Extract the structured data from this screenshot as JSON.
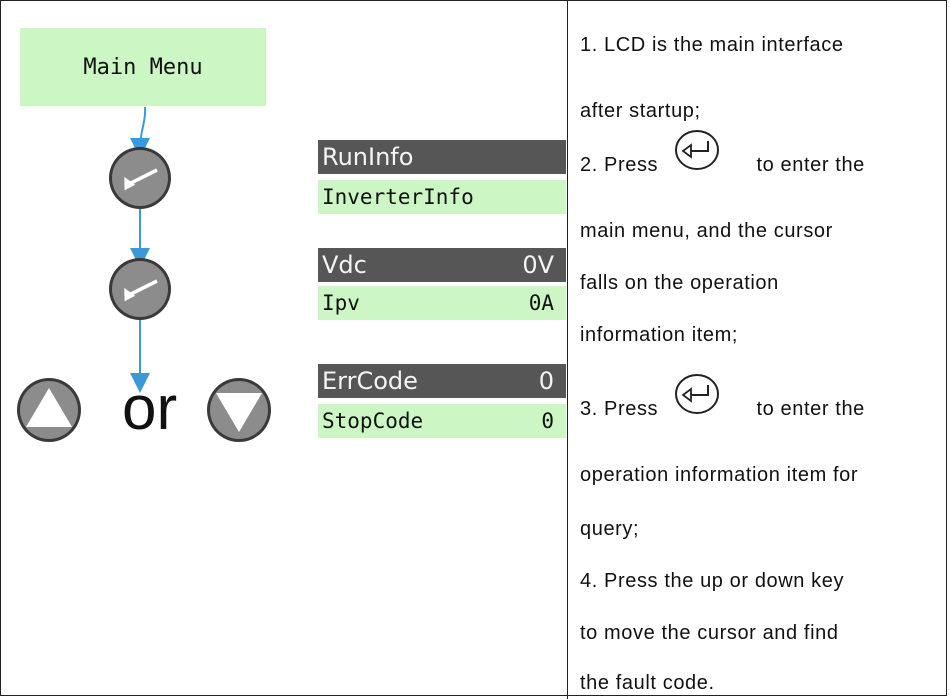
{
  "left_panel": {
    "menu_label": "Main Menu",
    "or_label": "or",
    "screens": [
      {
        "dark": {
          "left": "RunInfo",
          "right": ""
        },
        "light": {
          "left": "InverterInfo",
          "right": ""
        }
      },
      {
        "dark": {
          "left": "Vdc",
          "right": "0V"
        },
        "light": {
          "left": "Ipv",
          "right": "0A"
        }
      },
      {
        "dark": {
          "left": "ErrCode",
          "right": "0"
        },
        "light": {
          "left": "StopCode",
          "right": "0"
        }
      }
    ]
  },
  "instructions": {
    "l1": "1. LCD is the main interface",
    "l2": "after startup;",
    "l3a": "2. Press",
    "l3b": "to enter the",
    "l4": "main menu, and the cursor",
    "l5": "falls on the operation",
    "l6": "information item;",
    "l7a": "3. Press",
    "l7b": "to enter the",
    "l8": "operation information item for",
    "l9": "query;",
    "l10": "4. Press the up or down key",
    "l11": "to move the cursor and find",
    "l12": "the fault code."
  },
  "icons": {
    "enter_key": "enter-key-icon",
    "up_key": "up-arrow-key-icon",
    "down_key": "down-arrow-key-icon"
  },
  "colors": {
    "lcd_highlight": "#565656",
    "lcd_background": "#ccf7c4",
    "flow_arrow": "#3a9ad9",
    "key_fill": "#8c8c8c"
  }
}
